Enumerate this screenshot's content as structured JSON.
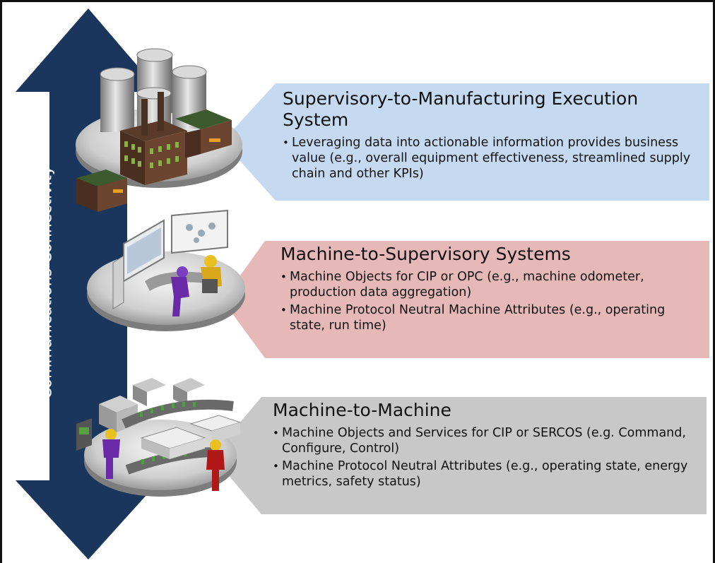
{
  "colors": {
    "arrow": "#1b365d",
    "panel_top": "#c5d9f1",
    "panel_mid": "#e7b8b8",
    "panel_bottom": "#c8c8c8"
  },
  "arrow": {
    "label": "Communications Connectivity"
  },
  "tiers": [
    {
      "title": "Supervisory-to-Manufacturing Execution System",
      "bullets": [
        "Leveraging data into actionable information provides business value (e.g., overall equipment effectiveness, streamlined supply chain and other KPIs)"
      ],
      "illustration": "factory-icon"
    },
    {
      "title": "Machine-to-Supervisory Systems",
      "bullets": [
        "Machine Objects for CIP or OPC (e.g., machine odometer, production data aggregation)",
        "Machine Protocol Neutral Machine Attributes (e.g., operating state, run time)"
      ],
      "illustration": "control-room-icon"
    },
    {
      "title": "Machine-to-Machine",
      "bullets": [
        "Machine Objects and Services for CIP or SERCOS (e.g. Command, Configure, Control)",
        "Machine Protocol Neutral Attributes (e.g., operating state, energy metrics, safety status)"
      ],
      "illustration": "production-line-icon"
    }
  ]
}
